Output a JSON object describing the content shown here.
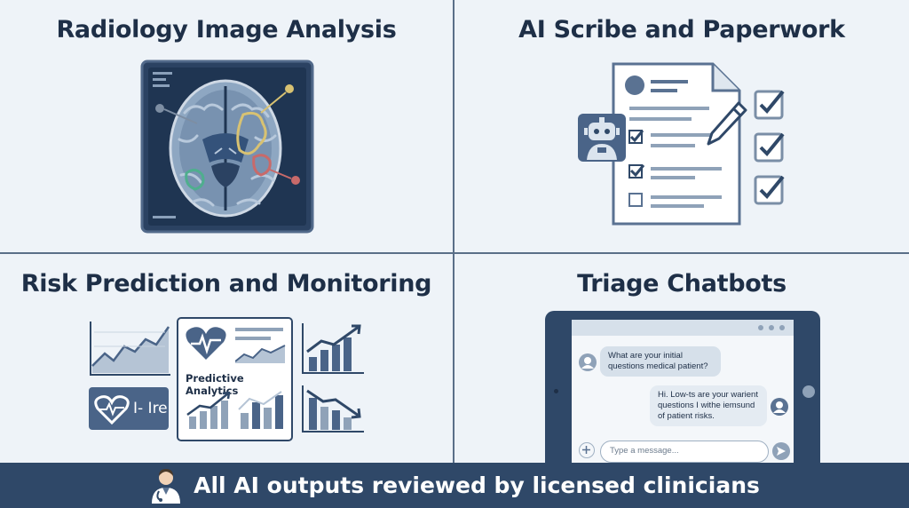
{
  "panels": {
    "radiology": {
      "title": "Radiology Image Analysis"
    },
    "scribe": {
      "title": "AI Scribe and Paperwork"
    },
    "risk": {
      "title": "Risk Prediction and Monitoring",
      "card_label": "Predictive Analytics",
      "hr_label": "I- Ire"
    },
    "triage": {
      "title": "Triage Chatbots",
      "bot_message": "What are your initial questions medical patient?",
      "user_message": "Hi. Low-ts are your warient questions I withe iemsund of patient risks.",
      "input_placeholder": "Type a message..."
    }
  },
  "footer": {
    "text": "All AI outputs reviewed by licensed clinicians"
  },
  "colors": {
    "background": "#eef3f8",
    "navy": "#1e2f47",
    "slate": "#5a7292",
    "footer": "#2f4868",
    "highlight_yellow": "#d8c272",
    "highlight_red": "#c86a6a",
    "highlight_green": "#4fae8e"
  },
  "icons": [
    "brain-scan-icon",
    "robot-icon",
    "pencil-icon",
    "checkbox-icon",
    "heart-icon",
    "line-chart-icon",
    "bar-chart-icon",
    "doctor-icon",
    "send-icon",
    "plus-icon"
  ]
}
